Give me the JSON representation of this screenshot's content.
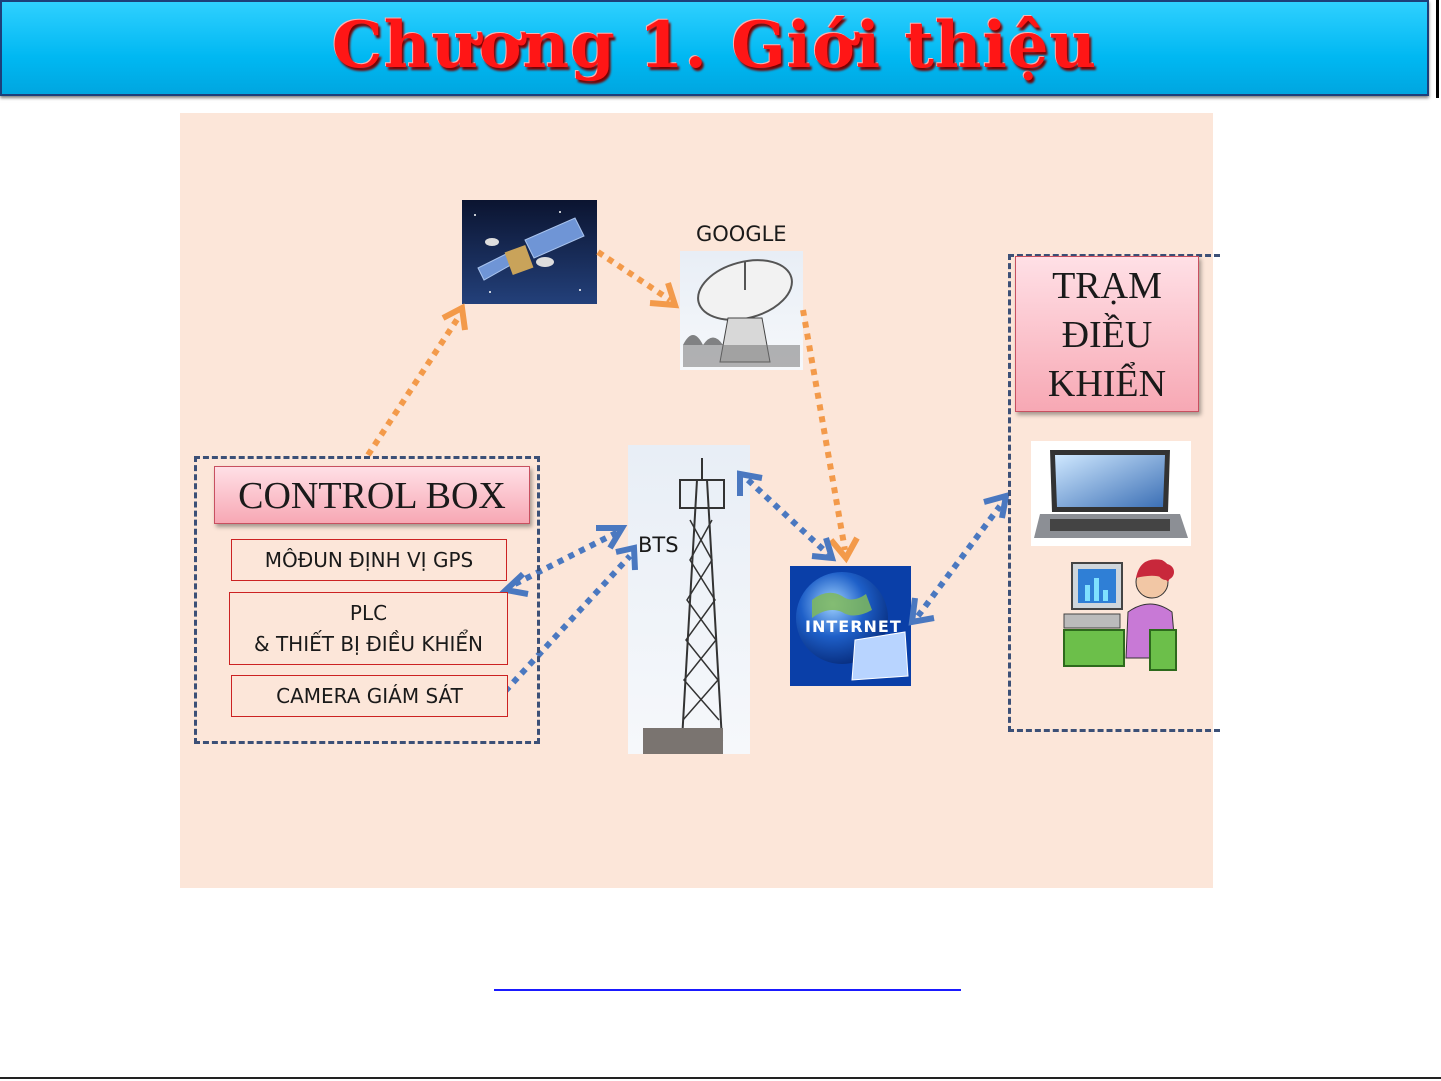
{
  "header": {
    "title": "Chương 1. Giới thiệu"
  },
  "diagram": {
    "control_box": {
      "title": "CONTROL BOX",
      "modules": [
        {
          "lines": [
            "MÔĐUN ĐỊNH VỊ GPS"
          ]
        },
        {
          "lines": [
            "PLC",
            "& THIẾT BỊ ĐIỀU KHIỂN"
          ]
        },
        {
          "lines": [
            "CAMERA GIÁM SÁT"
          ]
        }
      ]
    },
    "google_label": "GOOGLE",
    "bts_label": "BTS",
    "internet_label": "INTERNET",
    "station": {
      "lines": [
        "TRẠM",
        "ĐIỀU",
        "KHIỂN"
      ]
    },
    "icons": [
      "satellite-image",
      "satellite-dish-image",
      "bts-tower-image",
      "internet-globe-image",
      "laptop-image",
      "operator-computer-image"
    ],
    "colors": {
      "orange_arrow": "#f39a4a",
      "blue_arrow": "#4a78c0",
      "panel_bg": "#fce6d9",
      "title_red": "#ff1616",
      "title_bar": "#00b8f2"
    }
  }
}
